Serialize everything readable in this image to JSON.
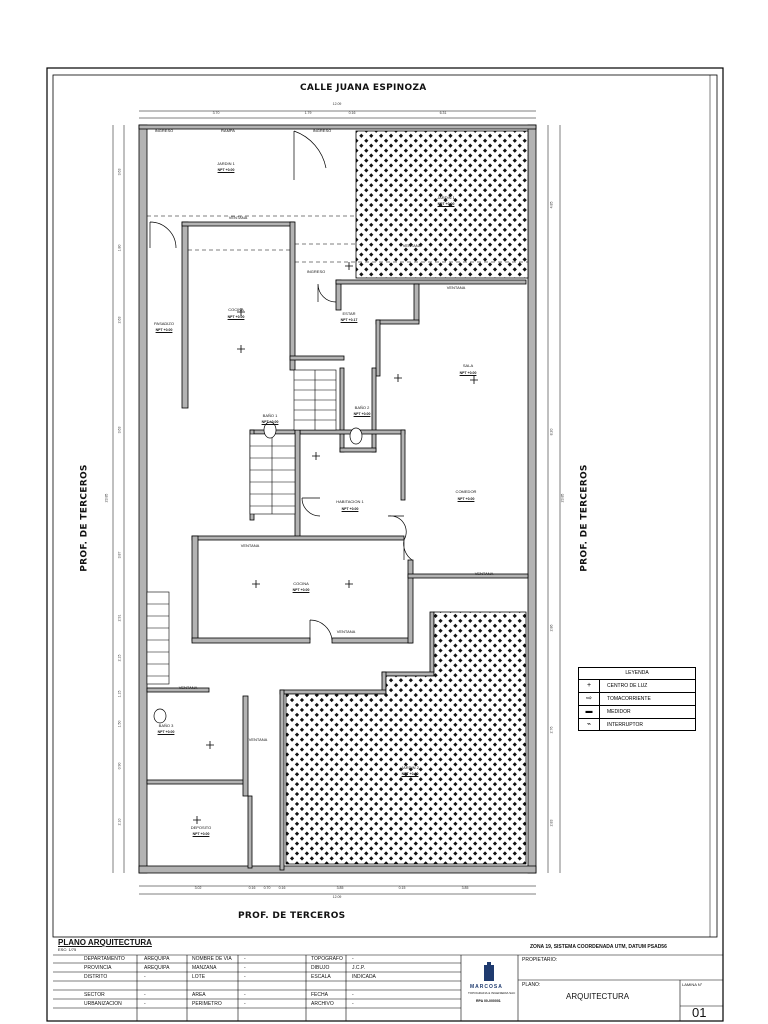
{
  "street_top": "CALLE JUANA ESPINOZA",
  "neighbor_left": "PROF. DE TERCEROS",
  "neighbor_right": "PROF. DE TERCEROS",
  "neighbor_bottom": "PROF. DE TERCEROS",
  "dims_top": {
    "total": "12.09",
    "parts": [
      "3.70",
      "1.79",
      "0.16",
      "6.31"
    ]
  },
  "dims_bottom": {
    "total": "12.09",
    "parts": [
      "3.02",
      "0.16",
      "0.70",
      "0.16",
      "3.85",
      "0.15",
      "3.85"
    ]
  },
  "dims_left": [
    "3.63",
    "1.80",
    "2.63",
    "3.63",
    "3.87",
    "2.91",
    "2.15",
    "1.15",
    "1.50",
    "0.90",
    "2.10"
  ],
  "dims_right": [
    "4.85",
    "8.20",
    "2.86",
    "2.76",
    "2.83"
  ],
  "dims_right_total": "23.85",
  "dims_left_total": "23.85",
  "rooms": [
    {
      "name": "JARDIN 1",
      "level": "NPT +0.00"
    },
    {
      "name": "JARDIN 1",
      "level": "NPT +0.00"
    },
    {
      "name": "COCINA",
      "level": "NPT +0.00"
    },
    {
      "name": "PASADIZO",
      "level": "NPT +0.00"
    },
    {
      "name": "ESTAR",
      "level": "NPT +0.17"
    },
    {
      "name": "SALA",
      "level": "NPT +0.00"
    },
    {
      "name": "BAÑO 1",
      "level": "NPT +0.00"
    },
    {
      "name": "BAÑO 2",
      "level": "NPT +0.00"
    },
    {
      "name": "HABITACION 1",
      "level": "NPT +0.00"
    },
    {
      "name": "COMEDOR",
      "level": "NPT +0.00"
    },
    {
      "name": "COCINA",
      "level": "NPT +0.00"
    },
    {
      "name": "BAÑO 3",
      "level": "NPT +0.00"
    },
    {
      "name": "JARDIN 2",
      "level": "NPT +0.00"
    },
    {
      "name": "DEPOSITO",
      "level": "NPT +0.00"
    }
  ],
  "misc_labels": [
    "INGRESO",
    "RAMPA",
    "INGRESO",
    "VENTANA",
    "INGRESO",
    "VENTANA",
    "VENTANA",
    "VENTANA",
    "VENTANA",
    "VENTANA",
    "VENTANA",
    "VENTANA"
  ],
  "legend": {
    "title": "LEYENDA",
    "items": [
      {
        "symbol": "+",
        "label": "CENTRO DE LUZ"
      },
      {
        "symbol": "⇨",
        "label": "TOMACORRIENTE"
      },
      {
        "symbol": "▬",
        "label": "MEDIDOR"
      },
      {
        "symbol": "⌁",
        "label": "INTERRUPTOR"
      }
    ]
  },
  "title_block": {
    "plan_title": "PLANO ARQUITECTURA",
    "scale": "ESC: 1/75",
    "coords": "ZONA 19, SISTEMA COORDENADA UTM, DATUM PSAD56",
    "fields": [
      {
        "label": "DEPARTAMENTO",
        "value": "AREQUIPA"
      },
      {
        "label": "PROVINCIA",
        "value": "AREQUIPA"
      },
      {
        "label": "DISTRITO",
        "value": "-"
      },
      {
        "label": "SECTOR",
        "value": "-"
      },
      {
        "label": "URBANIZACION",
        "value": "-"
      },
      {
        "label": "NOMBRE DE VIA",
        "value": "-"
      },
      {
        "label": "MANZANA",
        "value": "-"
      },
      {
        "label": "LOTE",
        "value": "-"
      },
      {
        "label": "AREA",
        "value": "-"
      },
      {
        "label": "PERIMETRO",
        "value": "-"
      },
      {
        "label": "TOPOGRAFO",
        "value": "-"
      },
      {
        "label": "DIBUJO",
        "value": "J.C.P."
      },
      {
        "label": "ESCALA",
        "value": "INDICADA"
      },
      {
        "label": "FECHA",
        "value": "-"
      },
      {
        "label": "ARCHIVO",
        "value": "-"
      }
    ],
    "firm": "MARCOSA",
    "firm_sub": "TOPOGRAFIA & INGENIERIA SAC",
    "firm_ref": "RPA 00-000001",
    "owner_label": "PROPIETARIO:",
    "owner": "",
    "plan_label": "PLANO:",
    "plan_name": "ARQUITECTURA",
    "sheet_label": "LAMINA N°",
    "sheet_no": "01"
  }
}
